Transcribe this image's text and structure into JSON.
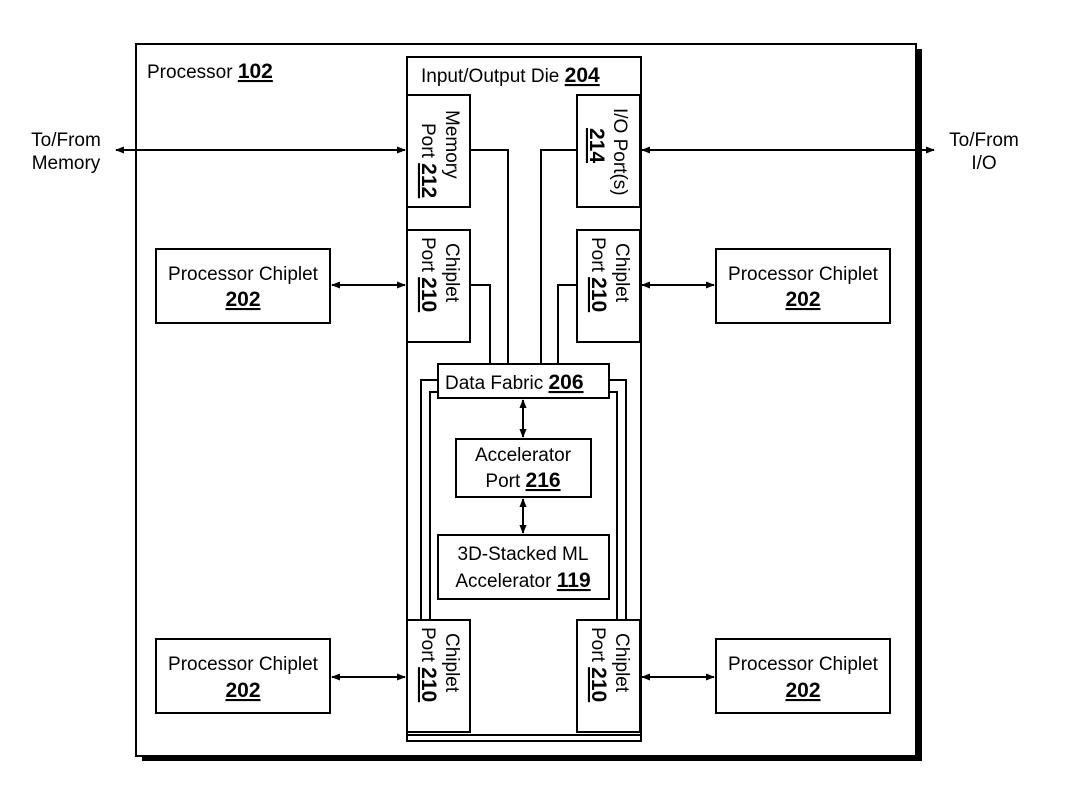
{
  "processor": {
    "label": "Processor",
    "number": "102"
  },
  "io_die": {
    "label": "Input/Output Die",
    "number": "204"
  },
  "memory_port": {
    "label": "Memory",
    "label2": "Port",
    "number": "212"
  },
  "io_port": {
    "label": "I/O Port(s)",
    "number": "214"
  },
  "chiplet_port": {
    "label": "Chiplet",
    "label2": "Port",
    "number": "210"
  },
  "processor_chiplet": {
    "label": "Processor Chiplet",
    "number": "202"
  },
  "data_fabric": {
    "label": "Data Fabric",
    "number": "206"
  },
  "accelerator_port": {
    "label": "Accelerator",
    "label2": "Port",
    "number": "216"
  },
  "ml_accelerator": {
    "label": "3D-Stacked ML",
    "label2": "Accelerator",
    "number": "119"
  },
  "external": {
    "memory_line1": "To/From",
    "memory_line2": "Memory",
    "io_line1": "To/From",
    "io_line2": "I/O"
  }
}
